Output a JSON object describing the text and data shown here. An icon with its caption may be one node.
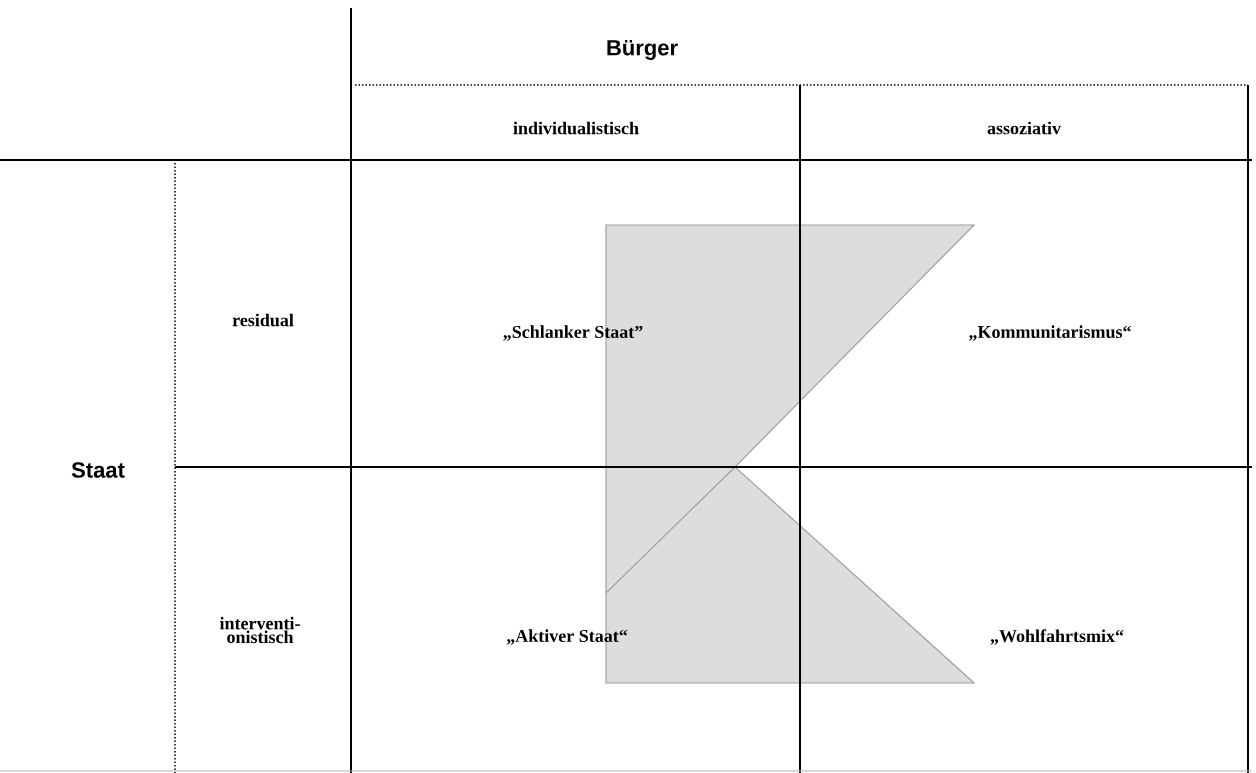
{
  "diagram": {
    "labels": [
      "Bürger",
      "individualistisch",
      "assoziativ",
      "Staat",
      "residual",
      "„Schlanker Staat”",
      "„Kommunitarismus“",
      "interventi- onistisch",
      "„Aktiver Staat“",
      "„Wohlfahrtsmix“"
    ]
  }
}
